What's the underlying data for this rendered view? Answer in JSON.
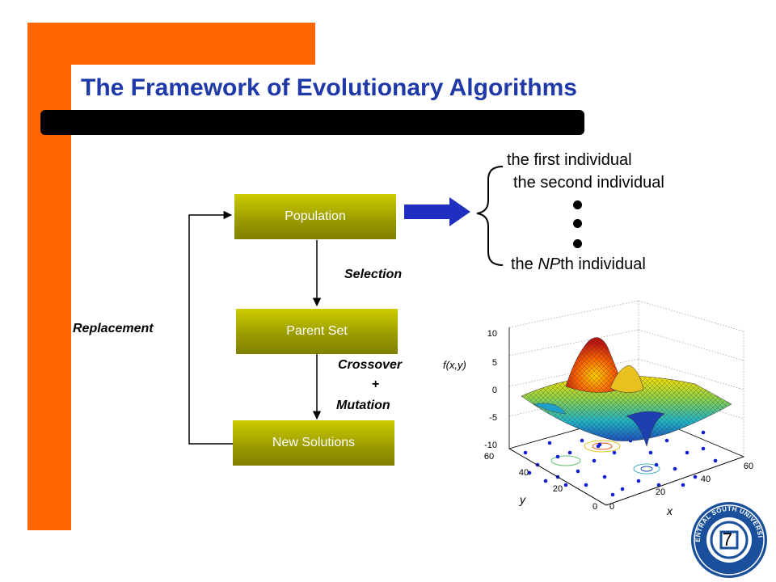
{
  "slide": {
    "title": "The Framework of Evolutionary Algorithms",
    "page_number": "7"
  },
  "flow": {
    "population": "Population",
    "parent_set": "Parent Set",
    "new_solutions": "New Solutions",
    "selection": "Selection",
    "crossover": "Crossover",
    "plus": "+",
    "mutation": "Mutation",
    "replacement": "Replacement"
  },
  "individuals": {
    "first": "the first individual",
    "second": "the second individual",
    "nth_prefix": "the ",
    "nth_italic": "NP",
    "nth_suffix": "th individual"
  },
  "plot": {
    "zlabel": "f(x,y)",
    "xlabel": "x",
    "ylabel": "y",
    "z_ticks": [
      "10",
      "5",
      "0",
      "-5",
      "-10"
    ],
    "y_ticks": [
      "60",
      "40",
      "20",
      "0"
    ],
    "x_ticks": [
      "0",
      "20",
      "40",
      "60"
    ]
  },
  "logo": {
    "text": "CENTRAL SOUTH UNIVERSITY"
  },
  "colors": {
    "accent_orange": "#ff6600",
    "title_blue": "#1f3aa8",
    "box_olive": "#999900",
    "arrow_blue": "#1f2fbf"
  }
}
